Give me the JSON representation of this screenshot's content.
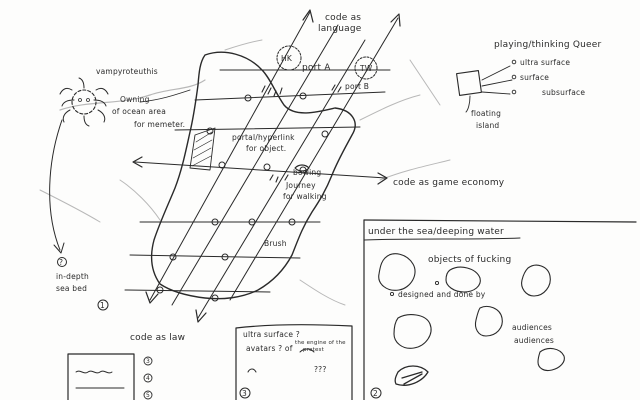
{
  "labels": {
    "code_as_language": [
      "code as",
      "language"
    ],
    "code_as_law": "code as law",
    "code_as_game_economy": "code as game economy",
    "hk": "HK",
    "tw": "TW",
    "port_a": "port A",
    "port_b": "port B",
    "vampyroteuthis": "vampyroteuthis",
    "owning_ocean": [
      "Owning",
      "of ocean area",
      "for memeter."
    ],
    "portal_hyperlink": [
      "portal/hyperlink",
      "for object."
    ],
    "bowing": "bowing",
    "journey": [
      "Journey",
      "for walking"
    ],
    "brush": "Brush",
    "in_depth": [
      "in-depth",
      "sea bed"
    ],
    "circle_1": "1",
    "circle_2": "2",
    "circle_3": "3",
    "playing_title": "playing/thinking Queer",
    "ultra_surface": "ultra surface",
    "surface": "surface",
    "subsurface": "subsurface",
    "floating_island": [
      "floating",
      "island"
    ],
    "under_sea": "under the sea/deeping water",
    "objects_of_fucking": "objects of fucking",
    "designed_and_done": "designed and done by",
    "audiences_1": "audiences",
    "audiences_2": "audiences",
    "ultra_box": [
      "ultra surface ?",
      "avatars ? of",
      "the engine of the",
      "protest"
    ],
    "qmarks": "???",
    "list_nums": [
      "3",
      "4",
      "5"
    ]
  }
}
